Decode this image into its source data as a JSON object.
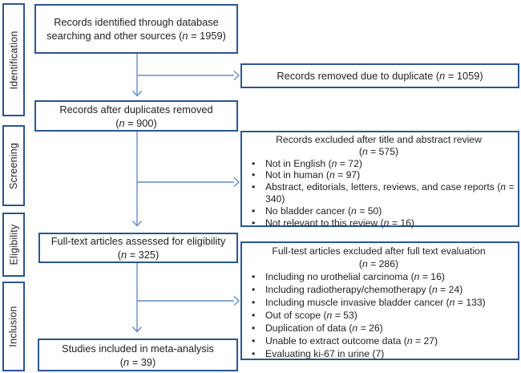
{
  "stages": [
    {
      "label": "Identification"
    },
    {
      "label": "Screening"
    },
    {
      "label": "Eligibility"
    },
    {
      "label": "Inclusion"
    }
  ],
  "boxes": {
    "identified": {
      "line1": "Records identified through database",
      "line2": "searching and other sources (n = 1959)"
    },
    "removed_duplicate": {
      "line1": "Records removed due to duplicate (n = 1059)"
    },
    "after_duplicates": {
      "line1": "Records after duplicates removed",
      "line2": "(n = 900)"
    },
    "excluded_screening": {
      "title1": "Records excluded after title and abstract review",
      "title2": "(n = 575)",
      "bullets": [
        "Not in English (n = 72)",
        "Not in human (n = 97)",
        "Abstract, editorials, letters, reviews, and case reports (n = 340)",
        "No bladder cancer (n = 50)",
        "Not relevant to this review (n = 16)"
      ]
    },
    "fulltext_assessed": {
      "line1": "Full-text articles assessed for eligibility",
      "line2": "(n = 325)"
    },
    "excluded_eligibility": {
      "title1": "Full-test articles excluded after full text evaluation",
      "title2": "(n = 286)",
      "bullets": [
        "Including no urothelial carcinoma (n = 16)",
        "Including radiotherapy/chemotherapy (n = 24)",
        "Including muscle invasive bladder cancer (n = 133)",
        "Out of scope (n = 53)",
        "Duplication of data (n = 26)",
        "Unable to extract outcome data (n = 27)",
        "Evaluating ki-67 in urine (7)"
      ]
    },
    "included": {
      "line1": "Studies included in meta-analysis",
      "line2": "(n = 39)"
    }
  },
  "colors": {
    "box_border": "#2a5692",
    "arrow": "#628bc9",
    "text": "#1f1f1f",
    "background": "#ffffff"
  }
}
